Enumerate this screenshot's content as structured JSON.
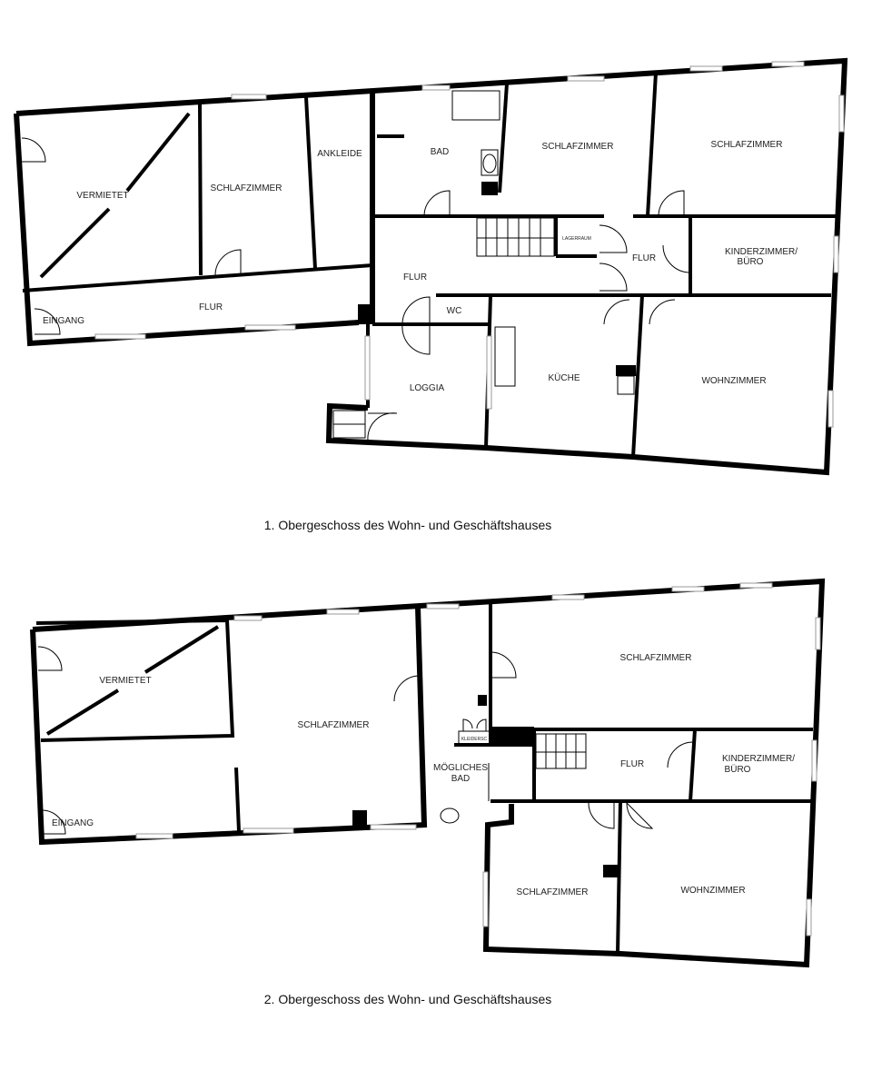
{
  "plans": [
    {
      "caption": "1. Obergeschoss des Wohn- und Geschäftshauses",
      "rooms": {
        "vermietet": "VERMIETET",
        "schlafzimmer_1": "SCHLAFZIMMER",
        "ankleide": "ANKLEIDE",
        "bad": "BAD",
        "schlafzimmer_2": "SCHLAFZIMMER",
        "schlafzimmer_3": "SCHLAFZIMMER",
        "flur_left": "FLUR",
        "eingang": "EINGANG",
        "flur_center": "FLUR",
        "lagerraum": "LAGERRAUM",
        "flur_right": "FLUR",
        "kinderzimmer_1": "KINDERZIMMER/",
        "kinderzimmer_2": "BÜRO",
        "wc": "WC",
        "loggia": "LOGGIA",
        "kueche": "KÜCHE",
        "wohnzimmer": "WOHNZIMMER"
      }
    },
    {
      "caption": "2. Obergeschoss des Wohn- und Geschäftshauses",
      "rooms": {
        "vermietet": "VERMIETET",
        "schlafzimmer_1": "SCHLAFZIMMER",
        "moegliches_bad_1": "MÖGLICHES",
        "moegliches_bad_2": "BAD",
        "kleiderschrank": "KLEIDERSC",
        "schlafzimmer_2": "SCHLAFZIMMER",
        "flur": "FLUR",
        "kinderzimmer_1": "KINDERZIMMER/",
        "kinderzimmer_2": "BÜRO",
        "eingang": "EINGANG",
        "schlafzimmer_3": "SCHLAFZIMMER",
        "wohnzimmer": "WOHNZIMMER"
      }
    }
  ]
}
